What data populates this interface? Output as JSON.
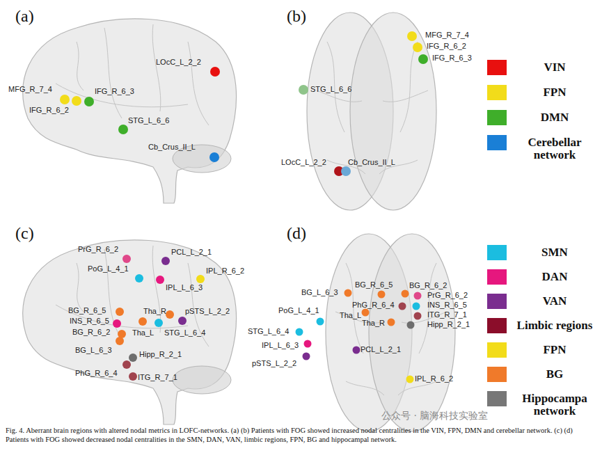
{
  "diagram": {
    "caption": "Fig. 4. Aberrant brain regions with altered nodal metrics in LOFC-networks. (a) (b) Patients with FOG showed increased nodal centralities in the VIN, FPN, DMN and cerebellar network. (c) (d) Patients with FOG showed decreased nodal centralities in the SMN, DAN, VAN, limbic regions, FPN, BG and hippocampal network.",
    "labels": [
      "(a)",
      "LOcC_L_2_2",
      "MFG_R_7_4",
      "IFG_R_6_3",
      "IFG_R_6_2",
      "STG_L_6_6",
      "Cb_Crus_II_L",
      "(b)",
      "MFG_R_7_4",
      "IFG_R_6_2",
      "IFG_R_6_3",
      "STG_L_6_6",
      "LOcC_L_2_2",
      "Cb_Crus_II_L",
      "(c)",
      "PrG_R_6_2",
      "PCL_L_2_1",
      "PoG_L_4_1",
      "IPL_R_6_2",
      "IPL_L_6_3",
      "BG_R_6_5",
      "INS_R_6_5",
      "Tha_R",
      "pSTS_L_2_2",
      "BG_R_6_2",
      "Tha_L",
      "STG_L_6_4",
      "BG_L_6_3",
      "Hipp_R_2_1",
      "PhG_R_6_4",
      "ITG_R_7_1",
      "(d)",
      "BG_L_6_3",
      "BG_R_6_5",
      "BG_R_6_2",
      "PrG_R_6_2",
      "PhG_R_6_4",
      "INS_R_6_5",
      "Tha_L",
      "Tha_R",
      "ITG_R_7_1",
      "Hipp_R_2_1",
      "PoG_L_4_1",
      "STG_L_6_4",
      "IPL_L_6_3",
      "pSTS_L_2_2",
      "PCL_L_2_1",
      "IPL_R_6_2",
      "公众号 · 脑海科技实验室"
    ],
    "legend": [
      {
        "text": "VIN",
        "color": "#e8100f"
      },
      {
        "text": "FPN",
        "color": "#f2dc1a"
      },
      {
        "text": "DMN",
        "color": "#3fae2a"
      },
      {
        "text": "Cerebellar network",
        "color": "#1a7fd6"
      },
      {
        "text": "SMN",
        "color": "#1bbde0"
      },
      {
        "text": "DAN",
        "color": "#e6177e"
      },
      {
        "text": "VAN",
        "color": "#7a2d8f"
      },
      {
        "text": "Limbic regions",
        "color": "#8b0d2a"
      },
      {
        "text": "FPN",
        "color": "#f2dc1a"
      },
      {
        "text": "BG",
        "color": "#f07a2a"
      },
      {
        "text": "Hippocampa network",
        "color": "#777777"
      }
    ]
  }
}
